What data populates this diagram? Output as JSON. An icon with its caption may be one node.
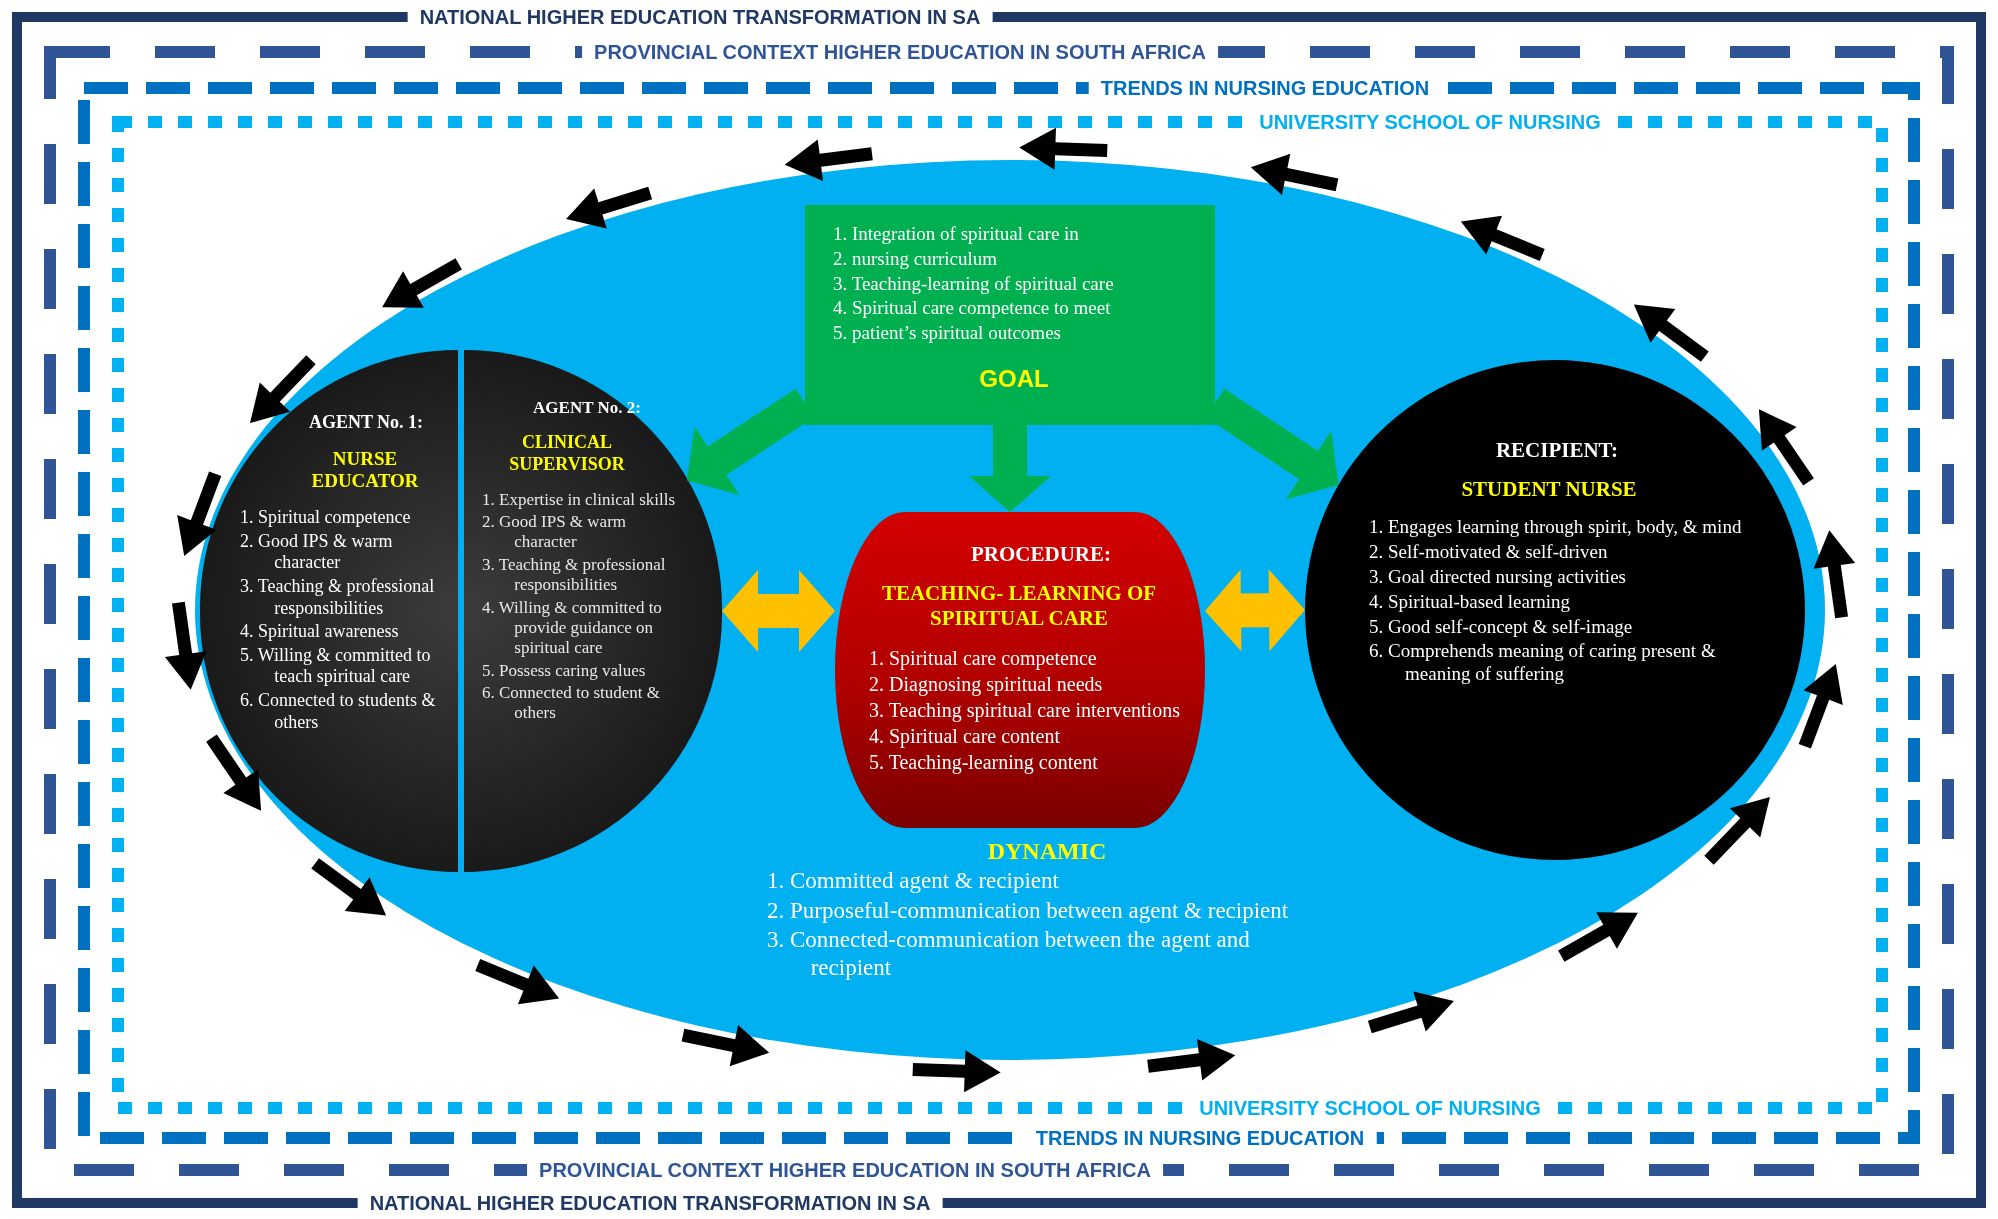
{
  "diagram": {
    "nodes": [
      {
        "text": [
          "NATIONAL HIGHER EDUCATION TRANSFORMATION IN SA",
          "NATIONAL HIGHER EDUCATION TRANSFORMATION IN SA"
        ]
      },
      {
        "text": [
          "PROVINCIAL CONTEXT HIGHER EDUCATION IN SOUTH AFRICA",
          "PROVINCIAL CONTEXT HIGHER EDUCATION IN SOUTH AFRICA"
        ],
        "in": 0
      },
      {
        "text": [
          "TRENDS IN NURSING EDUCATION",
          "TRENDS IN NURSING EDUCATION"
        ],
        "in": 1
      },
      {
        "text": [
          "UNIVERSITY SCHOOL OF NURSING",
          "UNIVERSITY SCHOOL OF NURSING"
        ],
        "in": 2
      },
      {
        "text": [
          "DYNAMIC",
          "1. Committed agent & recipient",
          "2. Purposeful-communication between agent & recipient",
          "3. Connected-communication between the agent and recipient"
        ],
        "in": 3
      },
      {
        "text": [
          "1. Integration of spiritual care in",
          "2. nursing curriculum",
          "3. Teaching-learning of spiritual care",
          "4. Spiritual care competence to meet",
          "5. patient’s spiritual outcomes",
          "GOAL"
        ],
        "in": 4
      },
      {
        "text": [
          "AGENT No. 1:",
          "NURSE EDUCATOR",
          "1. Spiritual competence",
          "2. Good IPS & warm character",
          "3. Teaching & professional responsibilities",
          "4. Spiritual awareness",
          "5. Willing & committed to teach spiritual care",
          "6. Connected to students & others"
        ],
        "in": 4
      },
      {
        "text": [
          "AGENT No. 2:",
          "CLINICAL SUPERVISOR",
          "1. Expertise in clinical skills",
          "2. Good IPS & warm character",
          "3. Teaching & professional responsibilities",
          "4. Willing & committed to provide guidance on spiritual care",
          "5. Possess caring values",
          "6. Connected to student & others"
        ],
        "in": 4
      },
      {
        "text": [
          "PROCEDURE:",
          "TEACHING- LEARNING OF SPIRITUAL CARE",
          "1. Spiritual care competence",
          "2. Diagnosing spiritual needs",
          "3. Teaching spiritual care interventions",
          "4. Spiritual care content",
          "5. Teaching-learning content"
        ],
        "in": 4
      },
      {
        "text": [
          "RECIPIENT:",
          "STUDENT NURSE",
          "1. Engages learning through spirit, body, & mind",
          "2. Self-motivated & self-driven",
          "3. Goal directed nursing activities",
          "4. Spiritual-based learning",
          "5. Good self-concept & self-image",
          "6. Comprehends meaning of caring present & meaning of suffering"
        ],
        "in": 4
      }
    ],
    "edges": [
      {
        "from": 5,
        "to": 7,
        "arrow": "to",
        "style": "thick",
        "color": "#00b050"
      },
      {
        "from": 5,
        "to": 8,
        "arrow": "to",
        "style": "thick",
        "color": "#00b050"
      },
      {
        "from": 5,
        "to": 9,
        "arrow": "to",
        "style": "thick",
        "color": "#00b050"
      },
      {
        "from": 7,
        "to": 8,
        "arrow": "both",
        "style": "thick",
        "color": "#ffc000"
      },
      {
        "from": 8,
        "to": 9,
        "arrow": "both",
        "style": "thick",
        "color": "#ffc000"
      }
    ]
  }
}
